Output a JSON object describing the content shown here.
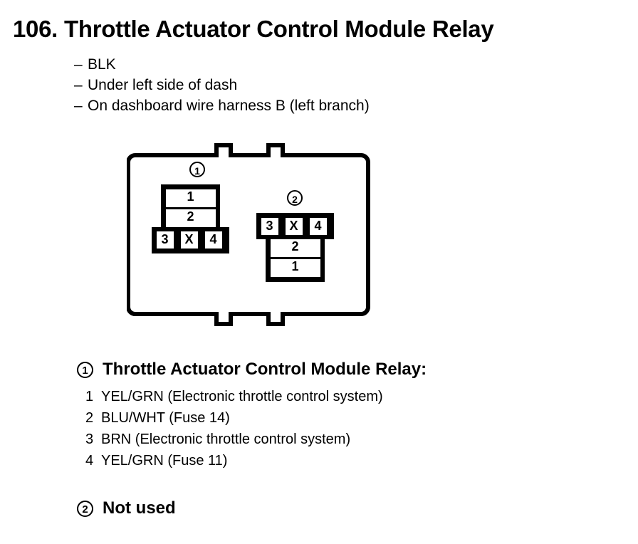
{
  "title": {
    "number": "106.",
    "text": "Throttle Actuator Control Module Relay"
  },
  "notes": [
    {
      "dash": "–",
      "text": "BLK"
    },
    {
      "dash": "–",
      "text": "Under left side of dash"
    },
    {
      "dash": "–",
      "text": "On dashboard wire harness B (left branch)"
    }
  ],
  "figure": {
    "callout_1": "1",
    "callout_2": "2",
    "connector_1": {
      "stack": [
        "1",
        "2"
      ],
      "row": [
        "3",
        "X",
        "4"
      ]
    },
    "connector_2": {
      "row": [
        "3",
        "X",
        "4"
      ],
      "stack": [
        "2",
        "1"
      ]
    }
  },
  "legend": {
    "entry_1": {
      "marker": "1",
      "title": "Throttle Actuator Control Module Relay:",
      "pins": [
        {
          "no": "1",
          "desc": "YEL/GRN (Electronic throttle control system)"
        },
        {
          "no": "2",
          "desc": "BLU/WHT (Fuse 14)"
        },
        {
          "no": "3",
          "desc": "BRN (Electronic throttle control system)"
        },
        {
          "no": "4",
          "desc": "YEL/GRN (Fuse 11)"
        }
      ]
    },
    "entry_2": {
      "marker": "2",
      "title": "Not used"
    }
  },
  "colors": {
    "ink": "#000000",
    "paper": "#ffffff"
  }
}
